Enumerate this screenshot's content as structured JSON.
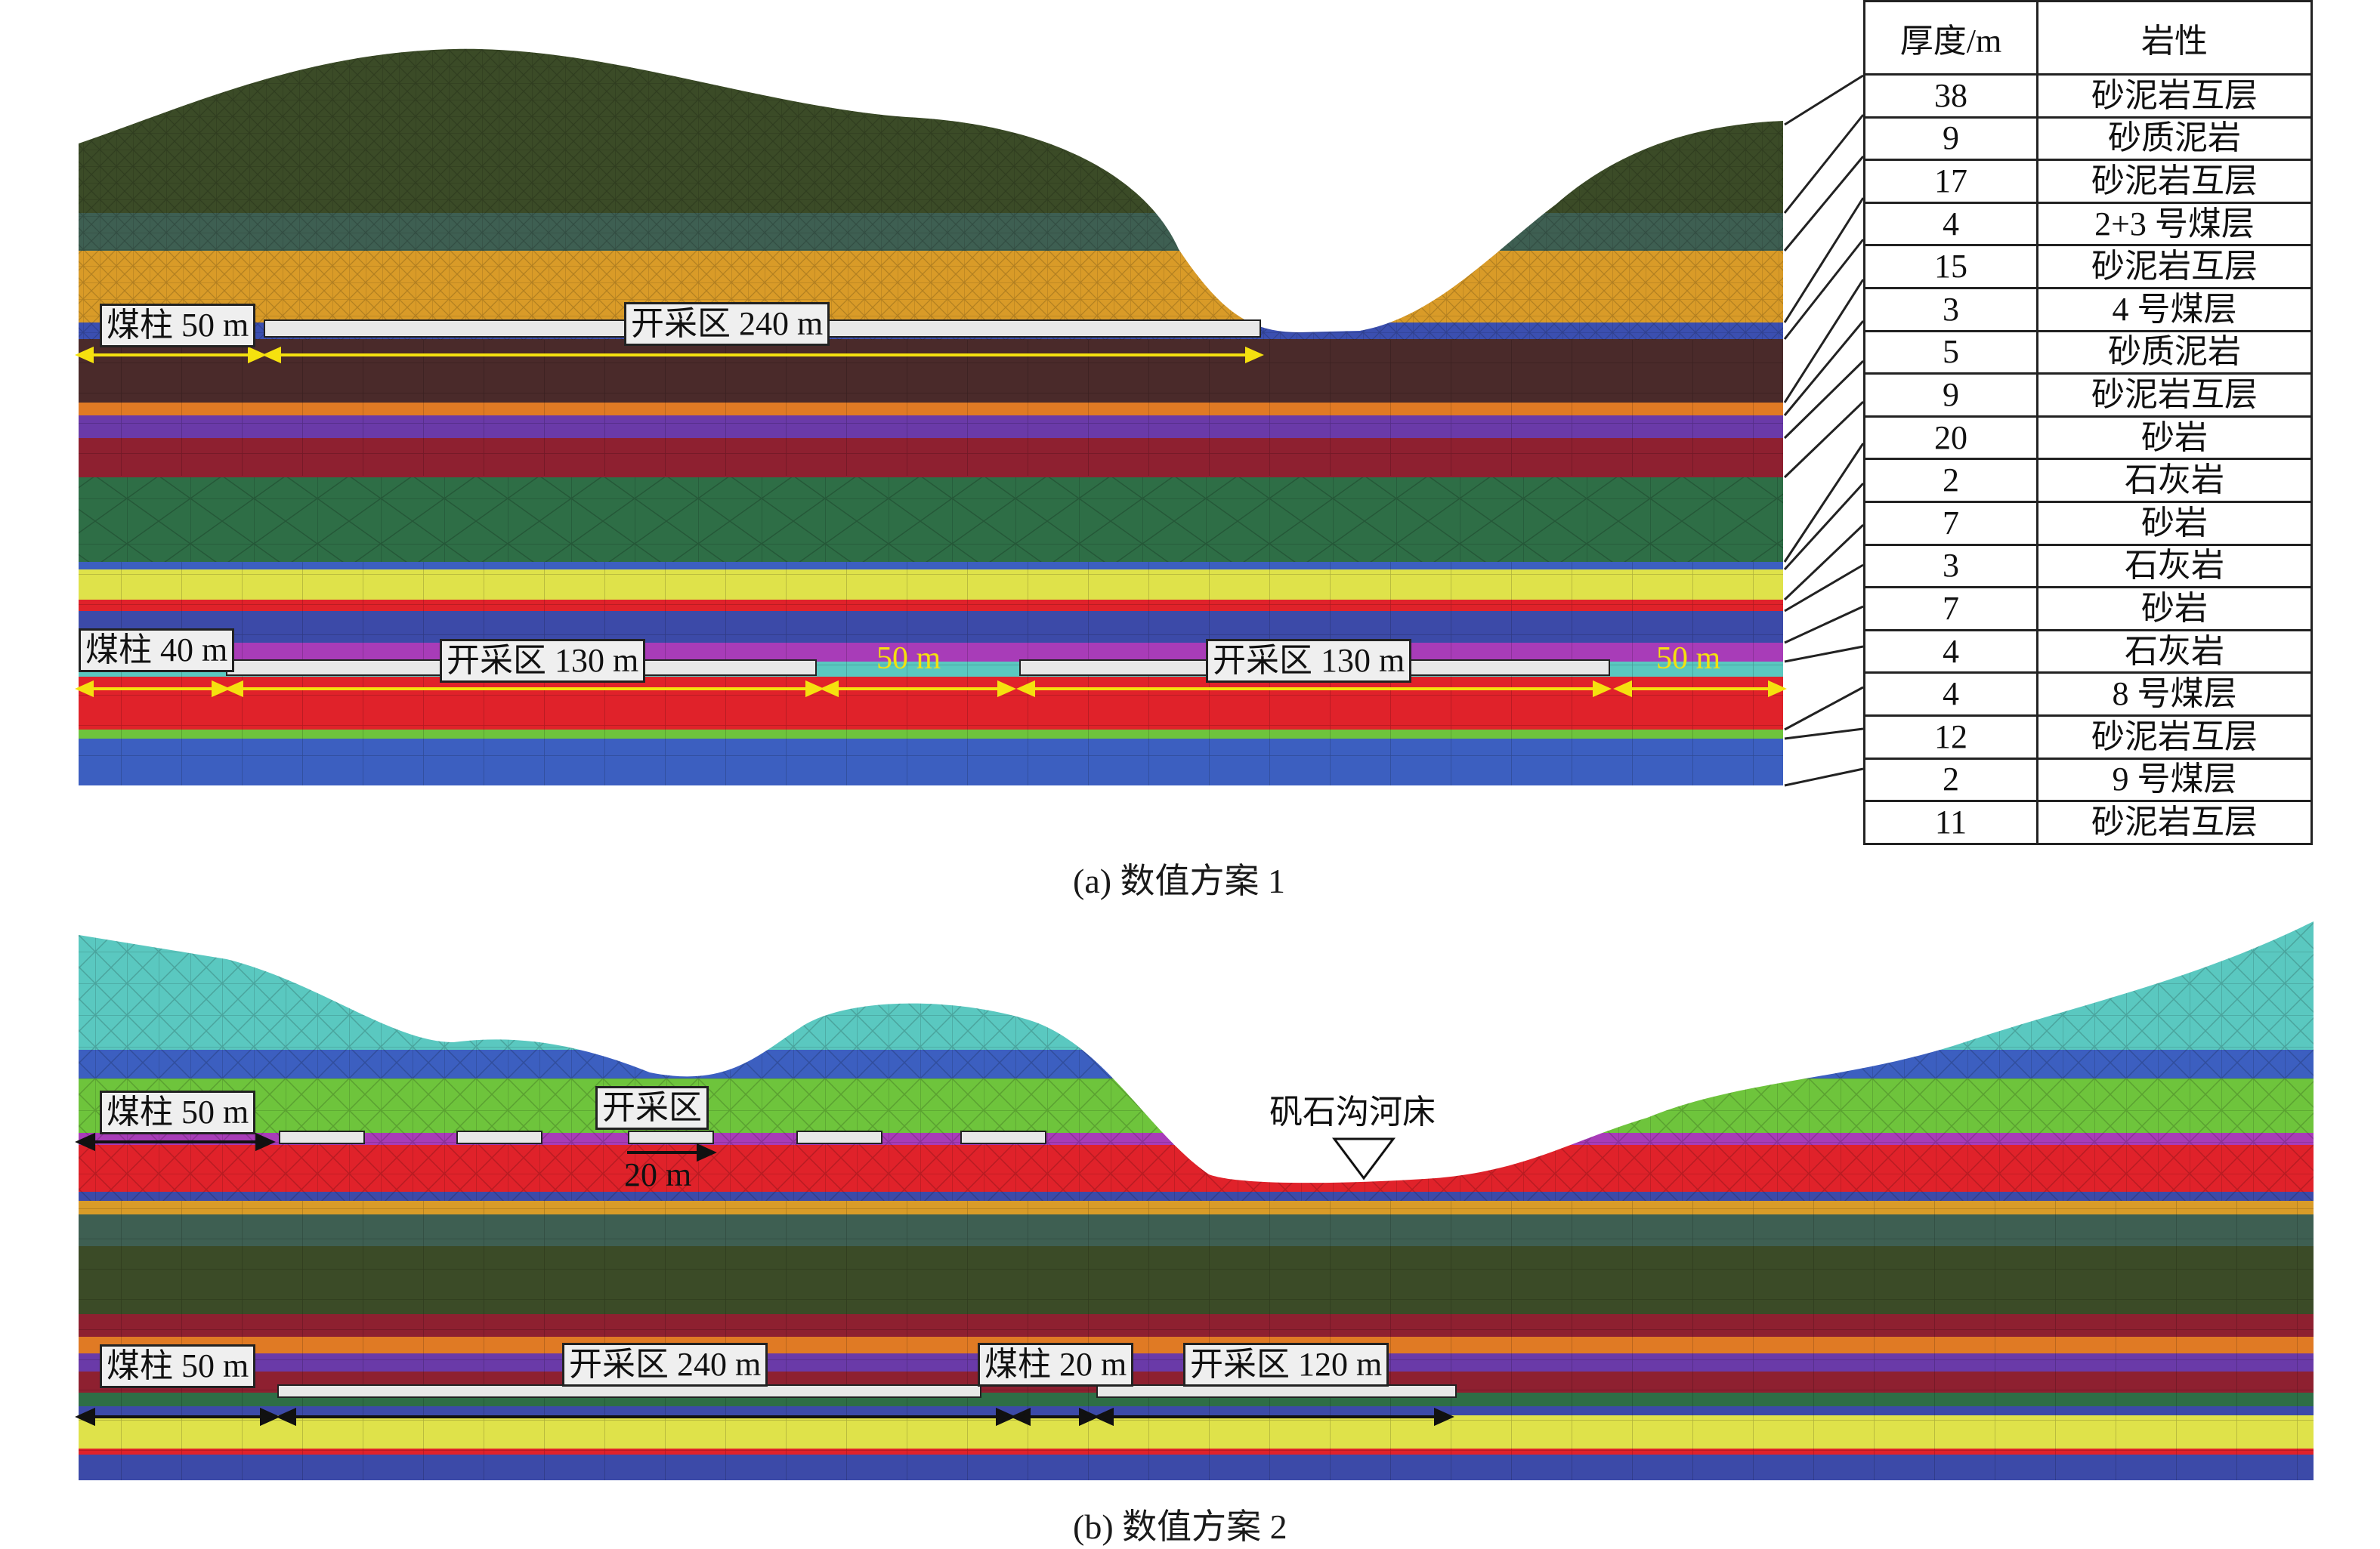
{
  "panel_a": {
    "caption": "(a) 数值方案 1",
    "labels": {
      "pillar_top": "煤柱 50 m",
      "mining_top": "开采区 240 m",
      "pillar_bottom": "煤柱 40 m",
      "mining_1": "开采区 130 m",
      "gap_1": "50 m",
      "mining_2": "开采区 130 m",
      "gap_2": "50 m"
    },
    "table": {
      "headers": [
        "厚度/m",
        "岩性"
      ],
      "rows": [
        [
          "38",
          "砂泥岩互层"
        ],
        [
          "9",
          "砂质泥岩"
        ],
        [
          "17",
          "砂泥岩互层"
        ],
        [
          "4",
          "2+3 号煤层"
        ],
        [
          "15",
          "砂泥岩互层"
        ],
        [
          "3",
          "4 号煤层"
        ],
        [
          "5",
          "砂质泥岩"
        ],
        [
          "9",
          "砂泥岩互层"
        ],
        [
          "20",
          "砂岩"
        ],
        [
          "2",
          "石灰岩"
        ],
        [
          "7",
          "砂岩"
        ],
        [
          "3",
          "石灰岩"
        ],
        [
          "7",
          "砂岩"
        ],
        [
          "4",
          "石灰岩"
        ],
        [
          "4",
          "8 号煤层"
        ],
        [
          "12",
          "砂泥岩互层"
        ],
        [
          "2",
          "9 号煤层"
        ],
        [
          "11",
          "砂泥岩互层"
        ]
      ]
    }
  },
  "panel_b": {
    "caption": "(b) 数值方案 2",
    "labels": {
      "pillar_top": "煤柱 50 m",
      "mining_top": "开采区",
      "step": "20 m",
      "river": "矾石沟河床",
      "pillar_bottom": "煤柱 50 m",
      "mining_1": "开采区 240 m",
      "pillar_mid": "煤柱 20 m",
      "mining_2": "开采区 120 m"
    }
  },
  "colors": {
    "dark_green": "#3b4b27",
    "slate_green": "#3e5f52",
    "ochre": "#d99b28",
    "blue_band": "#3b4fb0",
    "maroon_dark": "#4a2a2a",
    "orange": "#e07a24",
    "purple": "#6a3aa8",
    "crimson": "#8e2030",
    "forest": "#2e6e46",
    "yellow": "#dfe24a",
    "magenta": "#a83cb8",
    "red": "#e0222a",
    "cyan": "#5ac8c0",
    "lime": "#6ec43c",
    "royal_blue": "#3c5fc0",
    "navy": "#3c4aa8"
  }
}
